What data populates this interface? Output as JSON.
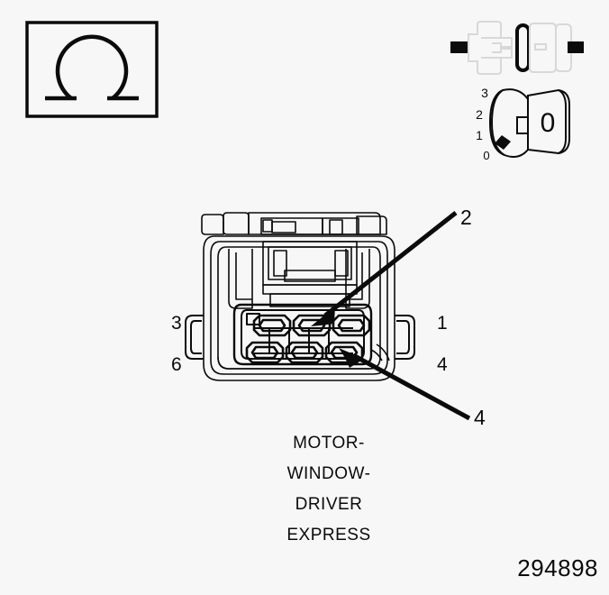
{
  "page": {
    "background_color": "#f7f7f7",
    "ink_color": "#0b0b0b",
    "ghost_color": "#d8d8d8"
  },
  "symbol_box": {
    "name": "ohm-symbol",
    "glyph": "Ω",
    "meaning": "ohm"
  },
  "connector_pair_icon": {
    "name": "mating-connector-pair",
    "highlight_color": "#0b0b0b",
    "body_color": "#d8d8d8"
  },
  "cavity_icon": {
    "name": "cavity-position-indicator",
    "scale_labels": [
      "3",
      "2",
      "1",
      "0"
    ],
    "center_label": "0",
    "marker": "black-diamond"
  },
  "connector": {
    "name": "connector-face-view",
    "cavity_count": 6,
    "rows": [
      {
        "row": "top",
        "cavities": 3
      },
      {
        "row": "bottom",
        "cavities": 3
      }
    ],
    "pin_labels": {
      "left": [
        {
          "id": "pin-3",
          "text": "3"
        },
        {
          "id": "pin-6",
          "text": "6"
        }
      ],
      "right": [
        {
          "id": "pin-1",
          "text": "1"
        },
        {
          "id": "pin-4",
          "text": "4"
        }
      ]
    }
  },
  "callouts": [
    {
      "id": "callout-2",
      "text": "2",
      "points_to": "top-row-middle-cavity"
    },
    {
      "id": "callout-4",
      "text": "4",
      "points_to": "bottom-row-right-cavity"
    }
  ],
  "caption": {
    "lines": [
      "MOTOR-",
      "WINDOW-",
      "DRIVER",
      "EXPRESS"
    ]
  },
  "figure": {
    "number": "294898"
  }
}
